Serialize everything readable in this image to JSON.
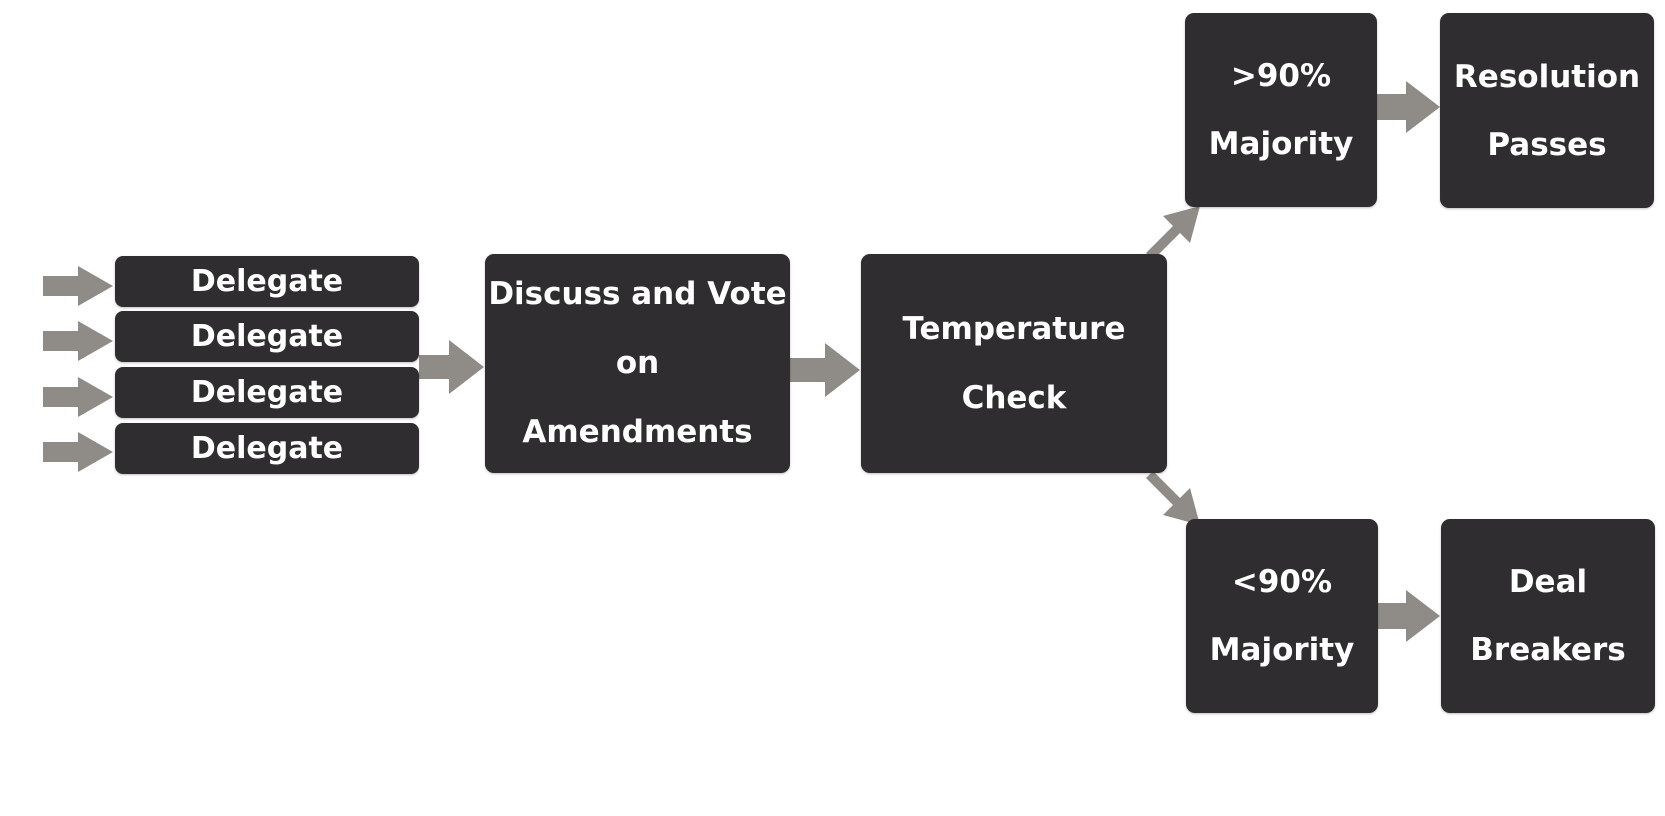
{
  "colors": {
    "box_fill": "#2f2d2f",
    "box_text": "#ffffff",
    "arrow_fill": "#8f8c88",
    "background": "#ffffff"
  },
  "delegates": [
    {
      "label": "Delegate"
    },
    {
      "label": "Delegate"
    },
    {
      "label": "Delegate"
    },
    {
      "label": "Delegate"
    }
  ],
  "steps": {
    "discuss": "Discuss and Vote\non\nAmendments",
    "temperature": "Temperature\nCheck",
    "over90": ">90%\nMajority",
    "resolution": "Resolution\nPasses",
    "under90": "<90%\nMajority",
    "dealbreakers": "Deal\nBreakers"
  }
}
